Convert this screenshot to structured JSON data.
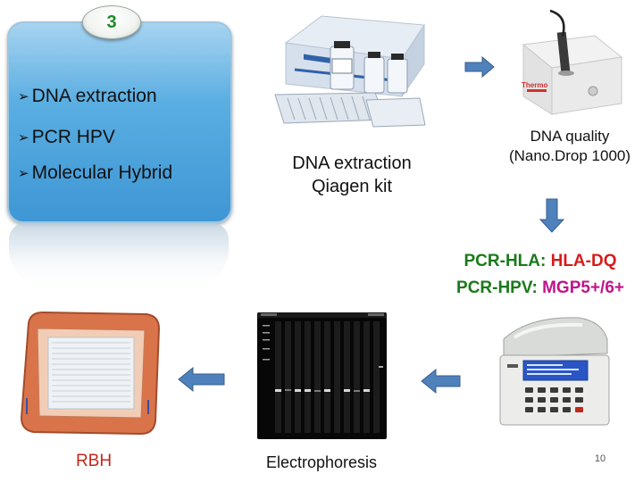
{
  "step_number": "3",
  "methods": [
    "DNA extraction",
    "PCR HPV",
    "Molecular Hybrid"
  ],
  "labels": {
    "kit": "DNA extraction\nQiagen kit",
    "quality": "DNA quality\n(Nano.Drop 1000)",
    "pcr_hla_prefix": "PCR-HLA:",
    "pcr_hla_target": "HLA-DQ",
    "pcr_hpv_prefix": "PCR-HPV:",
    "pcr_hpv_target": "MGP5+/6+",
    "electrophoresis": "Electrophoresis",
    "rbh": "RBH"
  },
  "nanodrop_brand": "Thermo",
  "page_number": "10",
  "colors": {
    "badge_text": "#1f8a2a",
    "pcr_prefix": "#1a7a1a",
    "hla_target": "#d81b1b",
    "hpv_target": "#c0158a",
    "rbh_text": "#c0281e",
    "arrow_fill": "#4f81bd",
    "arrow_stroke": "#385d8a"
  }
}
